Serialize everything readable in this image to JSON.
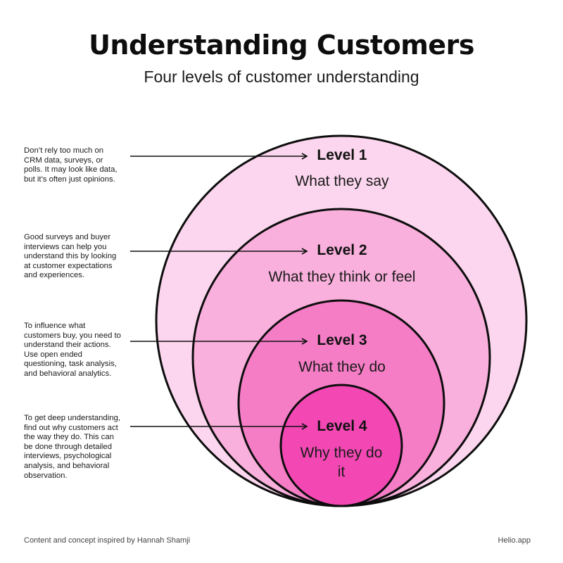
{
  "header": {
    "title": "Understanding Customers",
    "subtitle": "Four levels of customer understanding"
  },
  "levels": [
    {
      "label": "Level 1",
      "description": "What they say",
      "note": "Don’t rely too much on CRM data, surveys, or polls. It may look like data, but it’s often just opinions.",
      "color": "#fcd6ee"
    },
    {
      "label": "Level 2",
      "description": "What they think or feel",
      "note": "Good surveys and buyer interviews can help you understand this by looking at customer expectations and experiences.",
      "color": "#f9b0dc"
    },
    {
      "label": "Level 3",
      "description": "What they do",
      "note": "To influence what customers buy, you need to understand their actions. Use open ended questioning, task analysis, and behavioral analytics.",
      "color": "#f57dc6"
    },
    {
      "label": "Level 4",
      "description": "Why they do it",
      "note": "To get deep understanding, find out why customers act the way they do. This can be done through detailed interviews, psychological analysis, and behavioral observation.",
      "color": "#f348b4"
    }
  ],
  "footer": {
    "credit": "Content and concept inspired by Hannah Shamji",
    "brand": "Helio.app"
  }
}
